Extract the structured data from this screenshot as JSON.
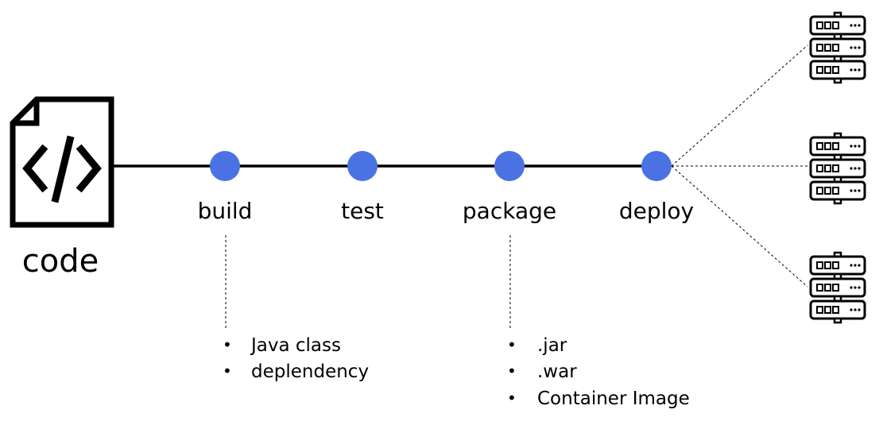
{
  "source": {
    "label": "code",
    "icon": "code-file-icon"
  },
  "stages": [
    {
      "id": "build",
      "label": "build"
    },
    {
      "id": "test",
      "label": "test"
    },
    {
      "id": "package",
      "label": "package"
    },
    {
      "id": "deploy",
      "label": "deploy"
    }
  ],
  "build_outputs": [
    "Java class",
    "deplendency"
  ],
  "package_outputs": [
    ".jar",
    ".war",
    "Container Image"
  ],
  "targets": [
    {
      "icon": "server-rack-icon"
    },
    {
      "icon": "server-rack-icon"
    },
    {
      "icon": "server-rack-icon"
    }
  ],
  "colors": {
    "stage_node": "#4a72e3",
    "line": "#000000"
  }
}
